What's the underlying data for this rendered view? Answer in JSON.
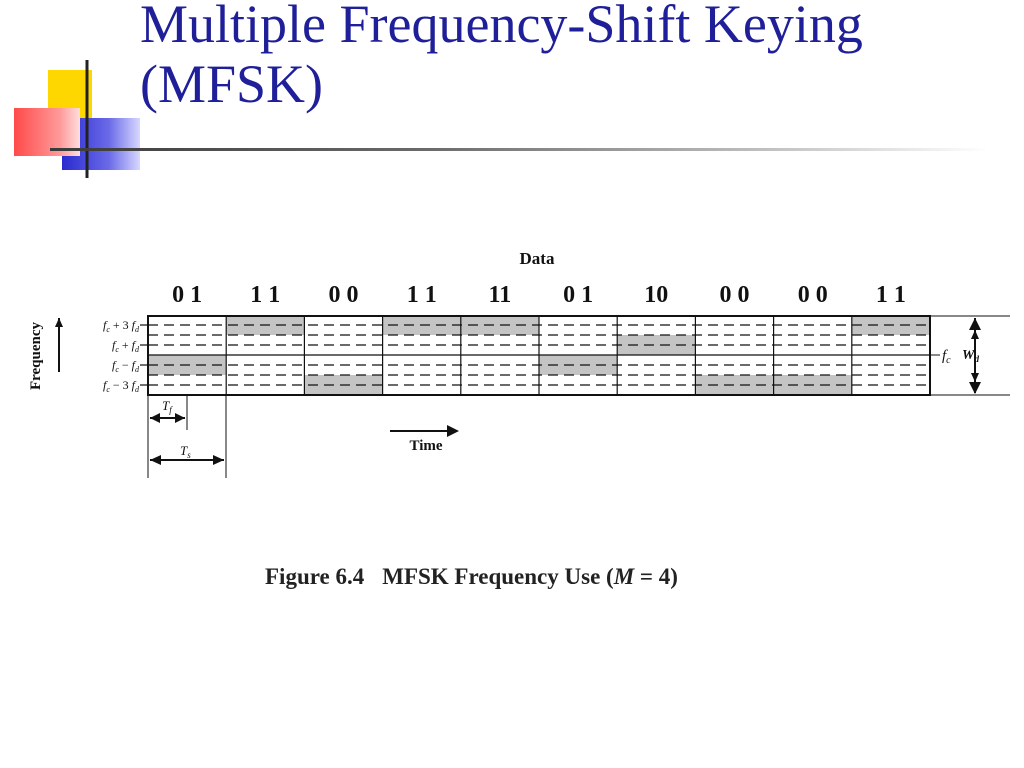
{
  "slide": {
    "title": "Multiple Frequency-Shift Keying (MFSK)"
  },
  "figure": {
    "caption_label": "Figure 6.4",
    "caption_pre": "MFSK Frequency Use (",
    "caption_var": "M",
    "caption_post": " = 4)"
  },
  "diagram": {
    "data_header": "Data",
    "frequency_axis_label": "Frequency",
    "time_label": "Time",
    "fc_label": "fc",
    "fc_sub": "c",
    "wd_main": "W",
    "wd_sub": "d",
    "tf_main": "T",
    "tf_sub": "f",
    "ts_main": "T",
    "ts_sub": "s",
    "data_bits": [
      "0 1",
      "1 1",
      "0 0",
      "1 1",
      "11",
      "0 1",
      "10",
      "0 0",
      "0 0",
      "1 1"
    ],
    "levels": [
      {
        "op": "+ 3",
        "coef": "f",
        "sub": "d"
      },
      {
        "op": "+",
        "coef": "f",
        "sub": "d"
      },
      {
        "op": "−",
        "coef": "f",
        "sub": "d"
      },
      {
        "op": "− 3",
        "coef": "f",
        "sub": "d"
      }
    ],
    "level_index_by_symbol": [
      2,
      0,
      3,
      0,
      0,
      2,
      1,
      3,
      3,
      0
    ],
    "fill_color": "#c4c4c4",
    "line_color": "#111111"
  }
}
